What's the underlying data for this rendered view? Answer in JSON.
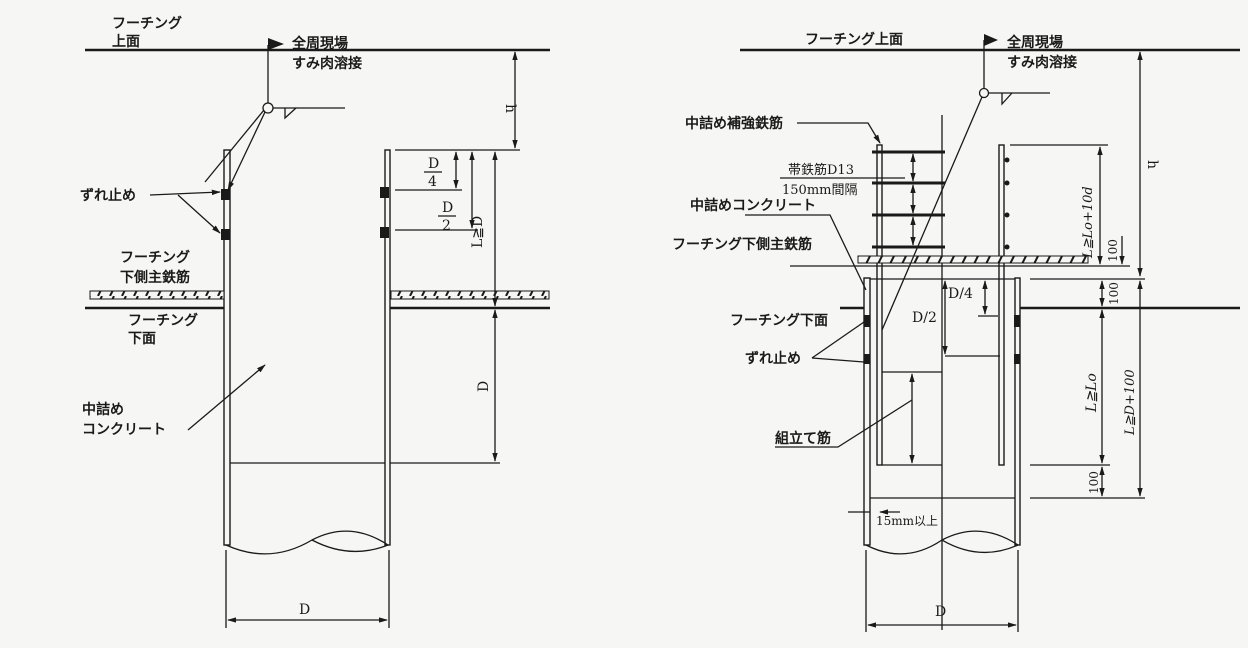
{
  "left_figure": {
    "footing_top_label": [
      "フーチング",
      "上面"
    ],
    "weld_label": [
      "全周現場",
      "すみ肉溶接"
    ],
    "shear_key_label": "ずれ止め",
    "footing_rebar_label": [
      "フーチング",
      "下側主鉄筋"
    ],
    "footing_bottom_label": [
      "フーチング",
      "下面"
    ],
    "infill_concrete_label": [
      "中詰め",
      "コンクリート"
    ],
    "dim_h": "h",
    "dim_d4": [
      "D",
      "4"
    ],
    "dim_d2": [
      "D",
      "2"
    ],
    "dim_l": "L≧D",
    "dim_d": "D",
    "dim_width": "D"
  },
  "right_figure": {
    "footing_top_label": "フーチング上面",
    "weld_label": [
      "全周現場",
      "すみ肉溶接"
    ],
    "reinforcing_bar_label": "中詰め補強鉄筋",
    "hoop_label": [
      "帯鉄筋D13",
      "150mm間隔"
    ],
    "infill_concrete_label": "中詰めコンクリート",
    "footing_rebar_label": "フーチング下側主鉄筋",
    "footing_bottom_label": "フーチング下面",
    "shear_key_label": "ずれ止め",
    "assembly_bar_label": "組立て筋",
    "cover_label": "15mm以上",
    "dim_h": "h",
    "dim_l_top": "L≧Lo+10d",
    "dim_100_a": "100",
    "dim_100_b": "100",
    "dim_d4": "D/4",
    "dim_d2": "D/2",
    "dim_lo": "L≧Lo",
    "dim_100_c": "100",
    "dim_l_total": "L≧D+100",
    "dim_width": "D"
  }
}
